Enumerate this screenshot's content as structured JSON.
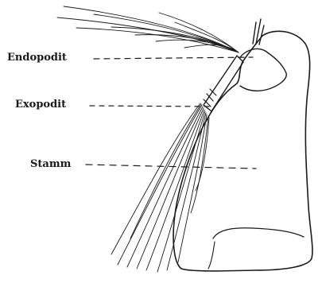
{
  "labels": {
    "endopodit": "Endopodit",
    "exopodit": "Exopodit",
    "stamm": "Stamm"
  },
  "colors": {
    "ink": "#1a1a1a",
    "background": "#ffffff"
  }
}
